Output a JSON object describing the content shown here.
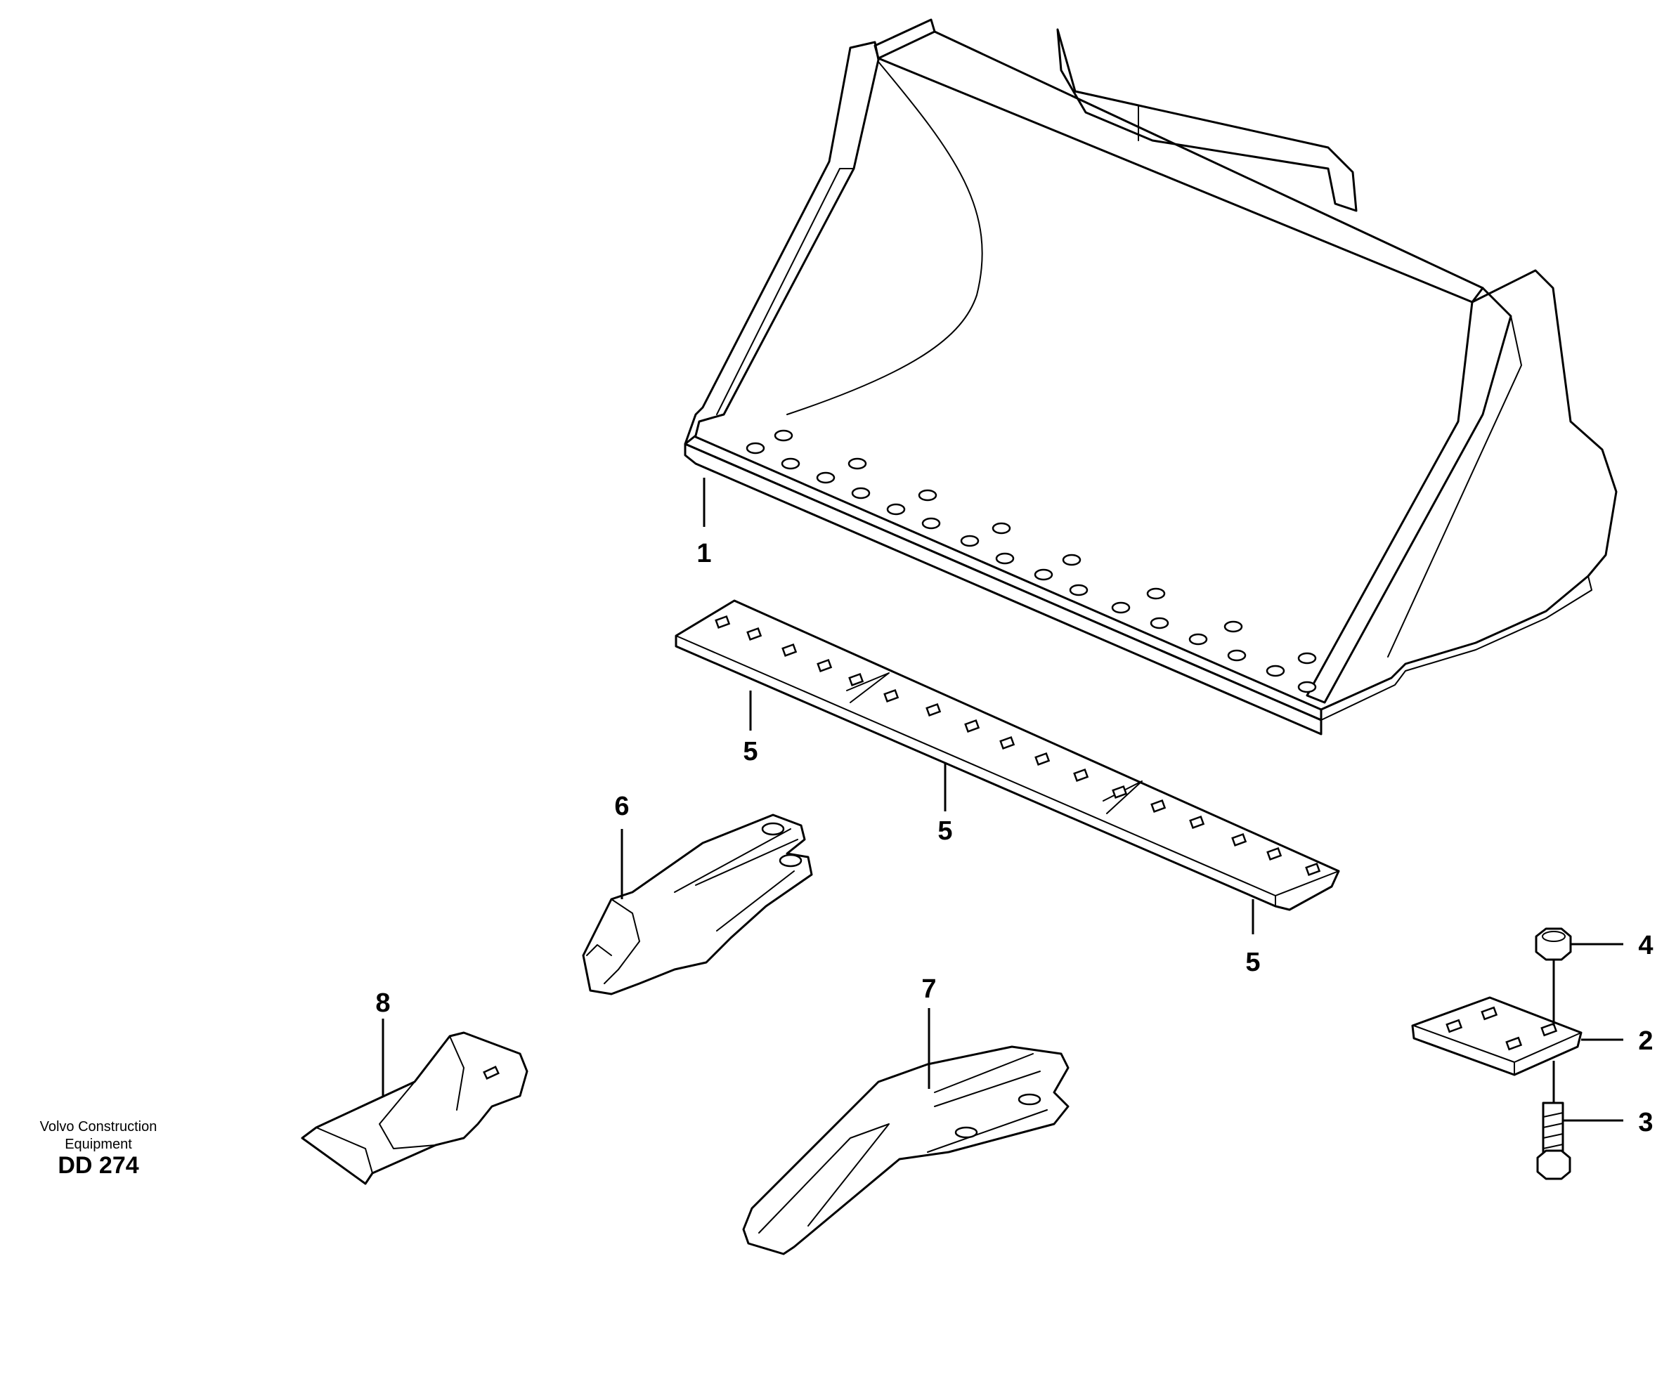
{
  "diagram": {
    "parts": [
      {
        "id": "bucket",
        "callout": "1"
      },
      {
        "id": "cutting-edge-segment-left",
        "callout": "5"
      },
      {
        "id": "cutting-edge-segment-middle",
        "callout": "5"
      },
      {
        "id": "cutting-edge-segment-right",
        "callout": "5"
      },
      {
        "id": "tooth-adapter",
        "callout": "6"
      },
      {
        "id": "tooth-adapter-long",
        "callout": "7"
      },
      {
        "id": "tooth-tip",
        "callout": "8"
      },
      {
        "id": "nut",
        "callout": "4"
      },
      {
        "id": "wear-plate",
        "callout": "2"
      },
      {
        "id": "bolt",
        "callout": "3"
      }
    ],
    "brand_line1": "Volvo Construction",
    "brand_line2": "Equipment",
    "code": "DD 274"
  }
}
